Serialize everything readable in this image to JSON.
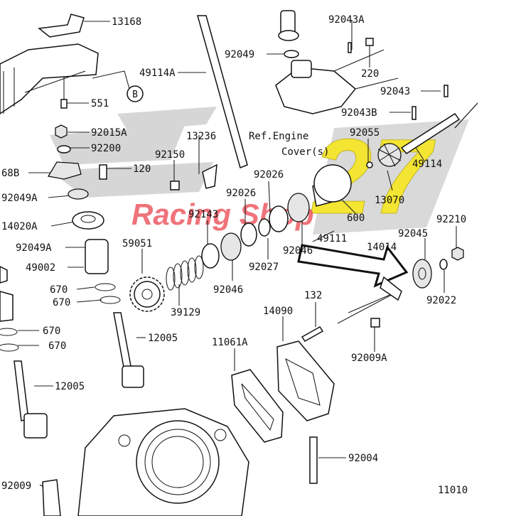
{
  "watermark": {
    "main": "P",
    "number": "27",
    "tagline": "Racing Shop",
    "colors": {
      "gray": "#c9c9c9",
      "yellow": "#f2e10f",
      "red": "#e8323c"
    }
  },
  "callout_circle": "B",
  "ref_note_line1": "Ref.Engine",
  "ref_note_line2": "Cover(s)",
  "labels": {
    "l13168": "13168",
    "l49114A": "49114A",
    "l551": "551",
    "l92015A": "92015A",
    "l92200": "92200",
    "l68B": "68B",
    "l120": "120",
    "l92049A_1": "92049A",
    "l14020A": "14020A",
    "l92049A_2": "92049A",
    "l49002": "49002",
    "l670_1": "670",
    "l670_2": "670",
    "l670_3": "670",
    "l670_4": "670",
    "l12005_1": "12005",
    "l12005_2": "12005",
    "l92009": "92009",
    "l13236": "13236",
    "l92150": "92150",
    "l92026_1": "92026",
    "l92026_2": "92026",
    "l92143": "92143",
    "l59051": "59051",
    "l39129": "39129",
    "l92046_1": "92046",
    "l92046_2": "92046",
    "l92027": "92027",
    "l49111": "49111",
    "l92043A": "92043A",
    "l92049": "92049",
    "l220": "220",
    "l92043": "92043",
    "l92043B": "92043B",
    "l92055": "92055",
    "l49114": "49114",
    "l13070": "13070",
    "l600": "600",
    "l14014": "14014",
    "l92045": "92045",
    "l92210": "92210",
    "l92022": "92022",
    "l132": "132",
    "l14090": "14090",
    "l11061A": "11061A",
    "l92009A": "92009A",
    "l92004": "92004",
    "l11010": "11010"
  }
}
